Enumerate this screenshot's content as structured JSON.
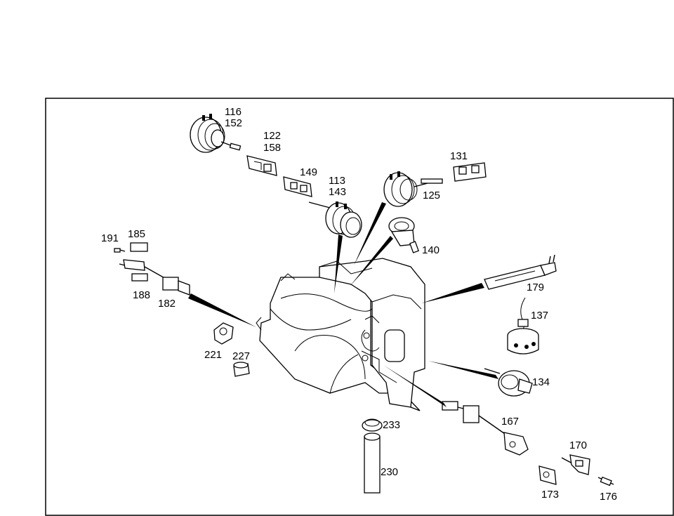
{
  "diagram": {
    "title": "Transmission parts exploded view",
    "callouts": {
      "c116": "116",
      "c152": "152",
      "c122": "122",
      "c158": "158",
      "c149": "149",
      "c113": "113",
      "c143": "143",
      "c131": "131",
      "c125": "125",
      "c140": "140",
      "c191": "191",
      "c185": "185",
      "c188": "188",
      "c182": "182",
      "c179": "179",
      "c137": "137",
      "c221": "221",
      "c227": "227",
      "c134": "134",
      "c167": "167",
      "c233": "233",
      "c230": "230",
      "c170": "170",
      "c173": "173",
      "c176": "176"
    }
  }
}
